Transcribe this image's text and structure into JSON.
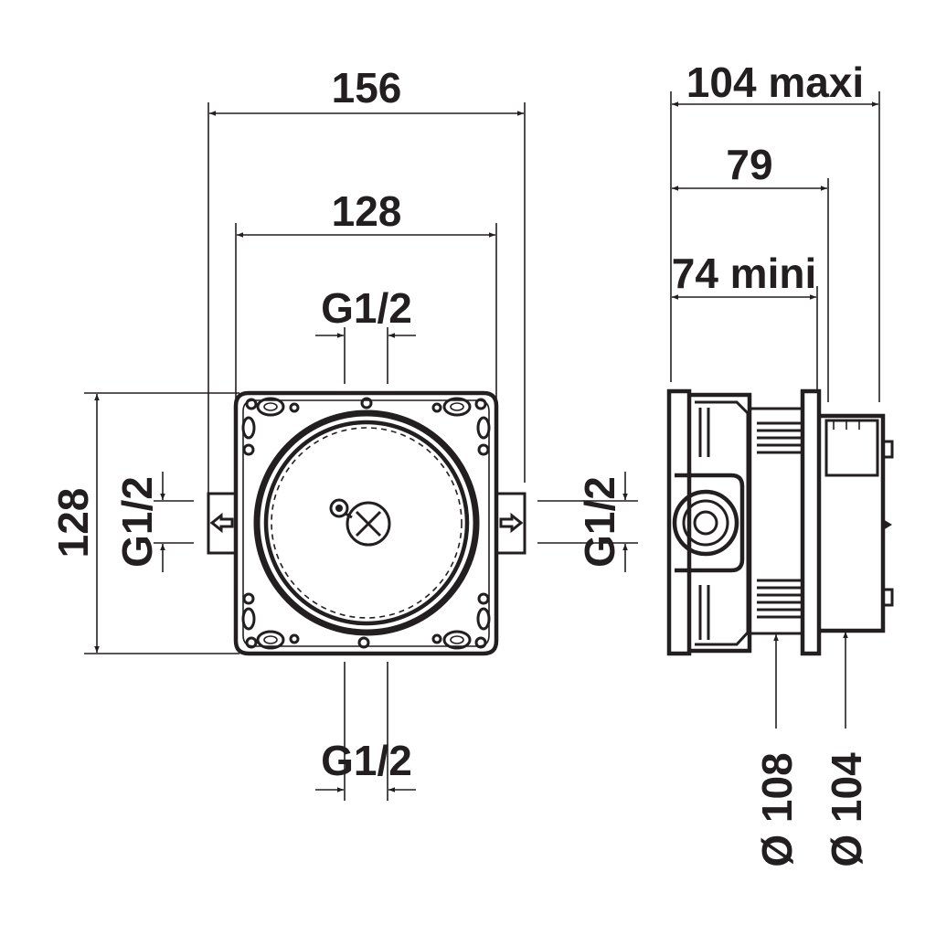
{
  "colors": {
    "ink": "#231f20",
    "background": "#ffffff"
  },
  "front_view": {
    "width_overall": "156",
    "width_body": "128",
    "height_body": "128",
    "inlet_top": "G1/2",
    "inlet_bottom": "G1/2",
    "inlet_left": "G1/2",
    "inlet_right": "G1/2"
  },
  "side_view": {
    "depth_max": "104 maxi",
    "depth_nominal": "79",
    "depth_min": "74 mini",
    "diameter_flange": "Ø 108",
    "diameter_body": "Ø 104"
  }
}
